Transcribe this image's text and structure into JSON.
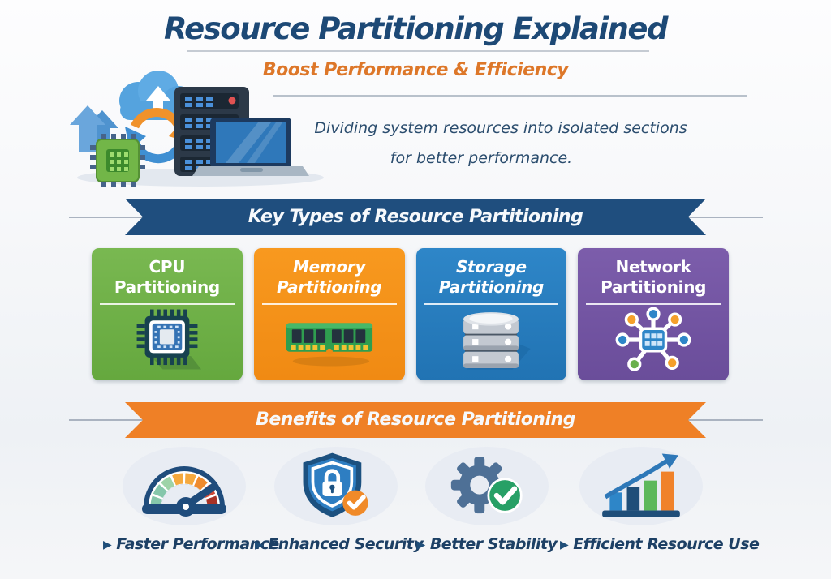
{
  "colors": {
    "title": "#1d4976",
    "subtitle": "#dd7729",
    "description_text": "#2b4d6e",
    "banner_key_types": "#1f4e7e",
    "banner_benefits": "#ef8026",
    "card_cpu": "#6fb345",
    "card_memory": "#f6921e",
    "card_storage": "#2b7fc3",
    "card_network": "#7757a8",
    "benefit_bubble": "#e8ecf3",
    "benefit_label": "#1d4065"
  },
  "header": {
    "title": "Resource Partitioning Explained",
    "subtitle": "Boost Performance & Efficiency",
    "description_line1": "Dividing system resources into isolated sections",
    "description_line2": "for better performance."
  },
  "hero": {
    "icons": [
      "cloud-upload-icon",
      "up-arrows-icon",
      "sync-arrows-icon",
      "server-rack-icon",
      "laptop-icon",
      "cpu-chip-icon"
    ]
  },
  "key_types": {
    "banner": "Key Types of Resource Partitioning",
    "cards": [
      {
        "line1": "CPU",
        "line2": "Partitioning",
        "icon": "cpu-chip-icon",
        "color": "#6fb345"
      },
      {
        "line1": "Memory",
        "line2": "Partitioning",
        "icon": "ram-module-icon",
        "color": "#f6921e"
      },
      {
        "line1": "Storage",
        "line2": "Partitioning",
        "icon": "storage-stack-icon",
        "color": "#2b7fc3"
      },
      {
        "line1": "Network",
        "line2": "Partitioning",
        "icon": "network-nodes-icon",
        "color": "#7757a8"
      }
    ]
  },
  "benefits": {
    "banner": "Benefits of Resource Partitioning",
    "items": [
      {
        "label": "Faster Performance",
        "icon": "speedometer-icon"
      },
      {
        "label": "Enhanced Security",
        "icon": "shield-lock-check-icon"
      },
      {
        "label": "Better Stability",
        "icon": "gear-check-icon"
      },
      {
        "label": "Efficient Resource Use",
        "icon": "growth-bars-arrow-icon"
      }
    ]
  }
}
